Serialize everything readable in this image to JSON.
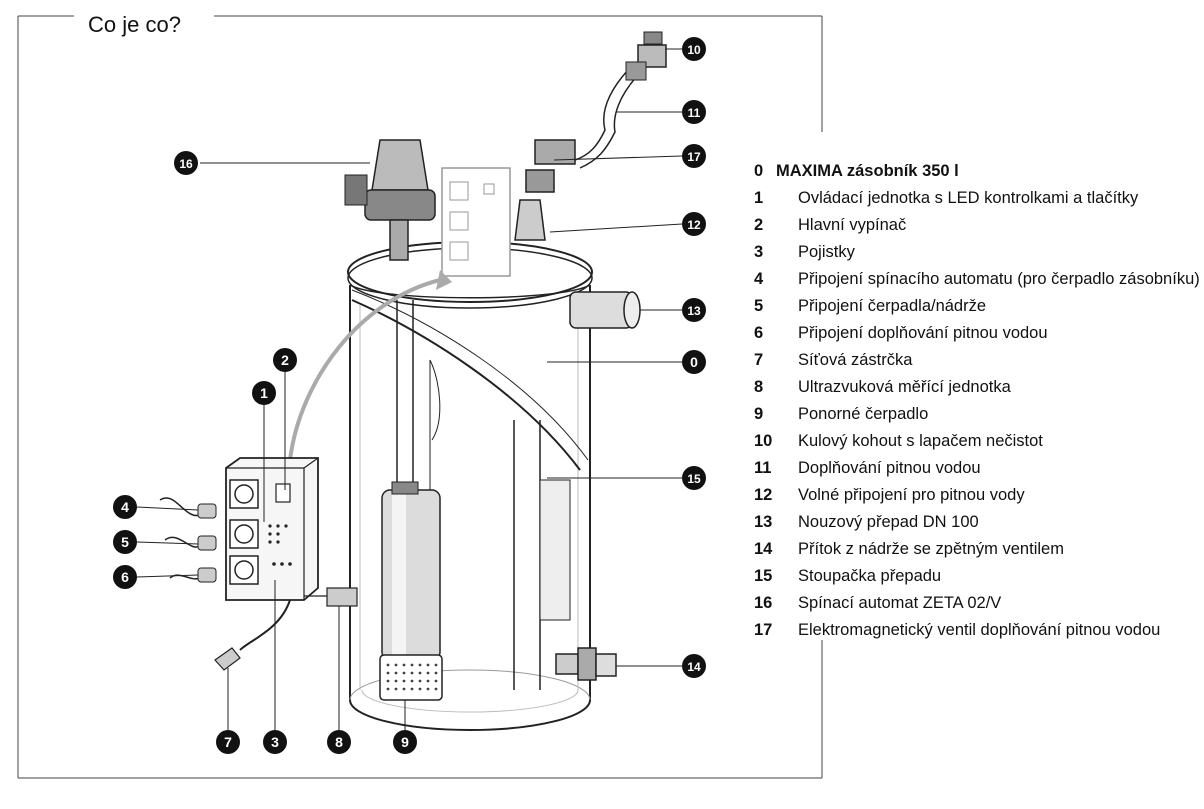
{
  "title": "Co je co?",
  "legend": {
    "header": {
      "num": "0",
      "text": "MAXIMA zásobník 350 l"
    },
    "items": [
      {
        "num": "1",
        "text": "Ovládací jednotka s LED kontrolkami a tlačítky"
      },
      {
        "num": "2",
        "text": "Hlavní vypínač"
      },
      {
        "num": "3",
        "text": "Pojistky"
      },
      {
        "num": "4",
        "text": "Připojení spínacího automatu (pro čerpadlo zásobníku)"
      },
      {
        "num": "5",
        "text": "Připojení čerpadla/nádrže"
      },
      {
        "num": "6",
        "text": "Připojení doplňování pitnou vodou"
      },
      {
        "num": "7",
        "text": "Síťová zástrčka"
      },
      {
        "num": "8",
        "text": "Ultrazvuková měřící jednotka"
      },
      {
        "num": "9",
        "text": "Ponorné čerpadlo"
      },
      {
        "num": "10",
        "text": "Kulový kohout s lapačem nečistot"
      },
      {
        "num": "11",
        "text": "Doplňování pitnou vodou"
      },
      {
        "num": "12",
        "text": "Volné připojení pro pitnou vody"
      },
      {
        "num": "13",
        "text": "Nouzový přepad DN 100"
      },
      {
        "num": "14",
        "text": "Přítok z nádrže se zpětným ventilem"
      },
      {
        "num": "15",
        "text": "Stoupačka přepadu"
      },
      {
        "num": "16",
        "text": "Spínací automat ZETA 02/V"
      },
      {
        "num": "17",
        "text": "Elektromagnetický ventil doplňování pitnou vodou"
      }
    ]
  },
  "callouts": [
    "0",
    "1",
    "2",
    "3",
    "4",
    "5",
    "6",
    "7",
    "8",
    "9",
    "10",
    "11",
    "12",
    "13",
    "14",
    "15",
    "16",
    "17"
  ]
}
